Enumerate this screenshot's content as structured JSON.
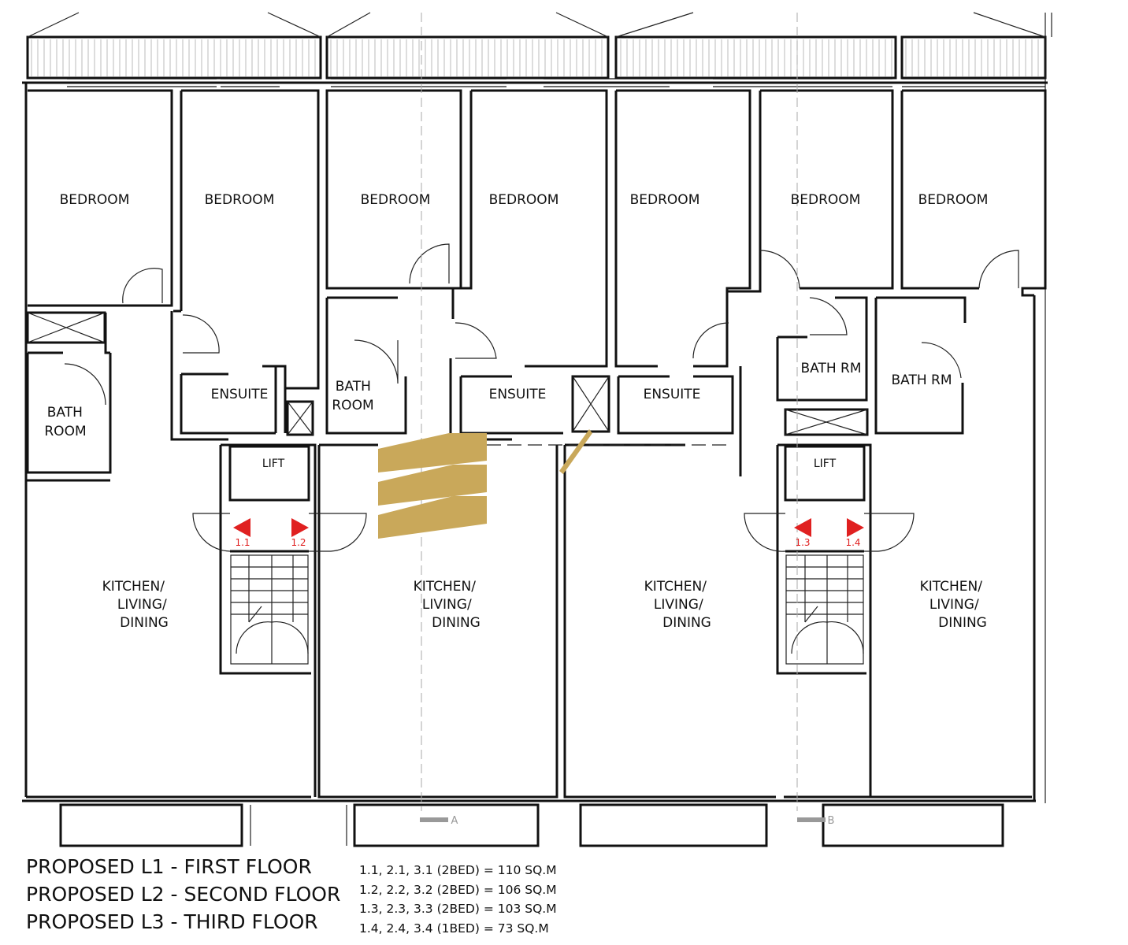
{
  "rooms": {
    "bedroom_1": "BEDROOM",
    "bedroom_2": "BEDROOM",
    "bedroom_3": "BEDROOM",
    "bedroom_4": "BEDROOM",
    "bedroom_5": "BEDROOM",
    "bedroom_6": "BEDROOM",
    "bedroom_7": "BEDROOM",
    "bath_room_1": [
      "BATH",
      "ROOM"
    ],
    "bath_room_2": [
      "BATH",
      "ROOM"
    ],
    "ensuite_1": "ENSUITE",
    "ensuite_2": "ENSUITE",
    "ensuite_3": "ENSUITE",
    "bath_rm_1": "BATH RM",
    "bath_rm_2": "BATH RM",
    "lift_1": "LIFT",
    "lift_2": "LIFT",
    "kitchen_1": [
      "KITCHEN/",
      "LIVING/",
      "DINING"
    ],
    "kitchen_2": [
      "KITCHEN/",
      "LIVING/",
      "DINING"
    ],
    "kitchen_3": [
      "KITCHEN/",
      "LIVING/",
      "DINING"
    ],
    "kitchen_4": [
      "KITCHEN/",
      "LIVING/",
      "DINING"
    ]
  },
  "unit_markers": [
    "1.1",
    "1.2",
    "1.3",
    "1.4"
  ],
  "section_markers": [
    "A",
    "B"
  ],
  "legend": [
    "PROPOSED L1 - FIRST FLOOR",
    "PROPOSED L2 - SECOND FLOOR",
    "PROPOSED L3 - THIRD FLOOR"
  ],
  "areas": [
    "1.1, 2.1, 3.1 (2BED) = 110 SQ.M",
    "1.2, 2.2, 3.2 (2BED) = 106 SQ.M",
    "1.3, 2.3, 3.3 (2BED) = 103 SQ.M",
    "1.4, 2.4, 3.4 (1BED) = 73 SQ.M"
  ],
  "colors": {
    "marker": "#e02020",
    "logo_gold": "#c9a85a",
    "wall": "#111111"
  }
}
